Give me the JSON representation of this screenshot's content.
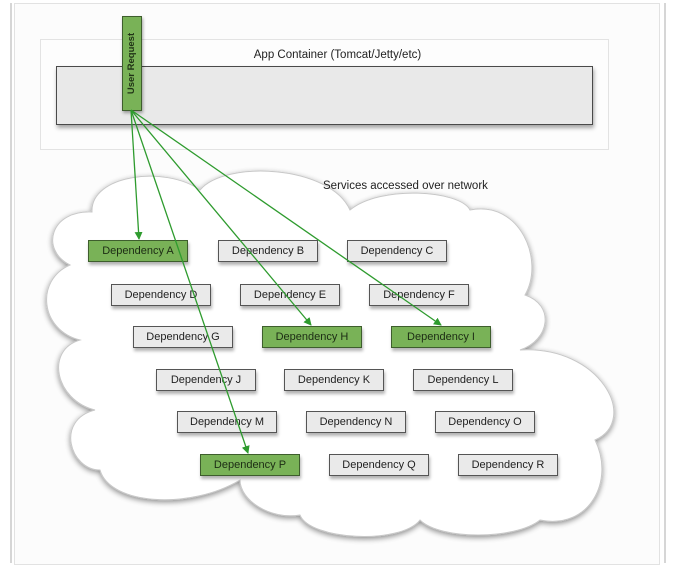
{
  "diagram": {
    "app_container_label": "App Container (Tomcat/Jetty/etc)",
    "user_request_label": "User Request",
    "services_label": "Services accessed over network",
    "colors": {
      "active": "#79b257",
      "inactive": "#eaeaea",
      "arrow": "#2e9b2e"
    },
    "dependencies": [
      {
        "label": "Dependency A",
        "active": true
      },
      {
        "label": "Dependency B",
        "active": false
      },
      {
        "label": "Dependency C",
        "active": false
      },
      {
        "label": "Dependency D",
        "active": false
      },
      {
        "label": "Dependency E",
        "active": false
      },
      {
        "label": "Dependency F",
        "active": false
      },
      {
        "label": "Dependency G",
        "active": false
      },
      {
        "label": "Dependency H",
        "active": true
      },
      {
        "label": "Dependency I",
        "active": true
      },
      {
        "label": "Dependency J",
        "active": false
      },
      {
        "label": "Dependency K",
        "active": false
      },
      {
        "label": "Dependency L",
        "active": false
      },
      {
        "label": "Dependency M",
        "active": false
      },
      {
        "label": "Dependency N",
        "active": false
      },
      {
        "label": "Dependency O",
        "active": false
      },
      {
        "label": "Dependency P",
        "active": true
      },
      {
        "label": "Dependency Q",
        "active": false
      },
      {
        "label": "Dependency R",
        "active": false
      }
    ],
    "edges": [
      {
        "from": "User Request",
        "to": "Dependency A"
      },
      {
        "from": "User Request",
        "to": "Dependency P"
      },
      {
        "from": "User Request",
        "to": "Dependency H"
      },
      {
        "from": "User Request",
        "to": "Dependency I"
      }
    ]
  }
}
